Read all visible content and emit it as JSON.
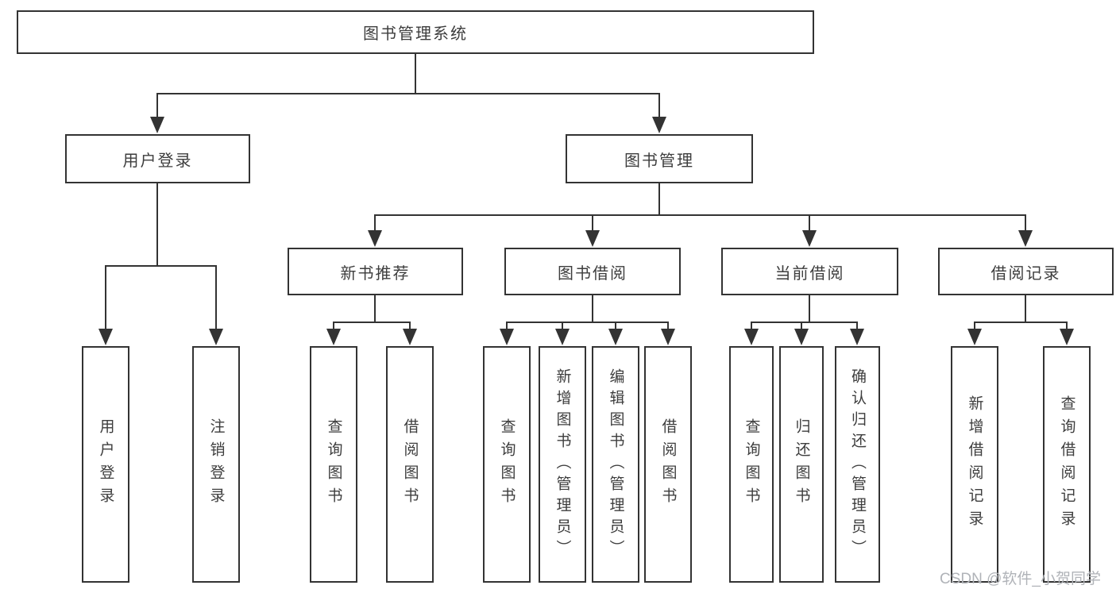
{
  "colors": {
    "line": "#333333",
    "box_border": "#333333",
    "text": "#3d3d3d",
    "watermark_text": "#b0b3b8",
    "background": "#ffffff"
  },
  "tree": {
    "label": "图书管理系统",
    "children": [
      {
        "label": "用户登录",
        "children": [
          {
            "label": "用户登录"
          },
          {
            "label": "注销登录"
          }
        ]
      },
      {
        "label": "图书管理",
        "children": [
          {
            "label": "新书推荐",
            "children": [
              {
                "label": "查询图书"
              },
              {
                "label": "借阅图书"
              }
            ]
          },
          {
            "label": "图书借阅",
            "children": [
              {
                "label": "查询图书"
              },
              {
                "label": "新增图书（管理员）"
              },
              {
                "label": "编辑图书（管理员）"
              },
              {
                "label": "借阅图书"
              }
            ]
          },
          {
            "label": "当前借阅",
            "children": [
              {
                "label": "查询图书"
              },
              {
                "label": "归还图书"
              },
              {
                "label": "确认归还（管理员）"
              }
            ]
          },
          {
            "label": "借阅记录",
            "children": [
              {
                "label": "新增借阅记录"
              },
              {
                "label": "查询借阅记录"
              }
            ]
          }
        ]
      }
    ]
  },
  "watermark": "CSDN @软件_小贺同学"
}
